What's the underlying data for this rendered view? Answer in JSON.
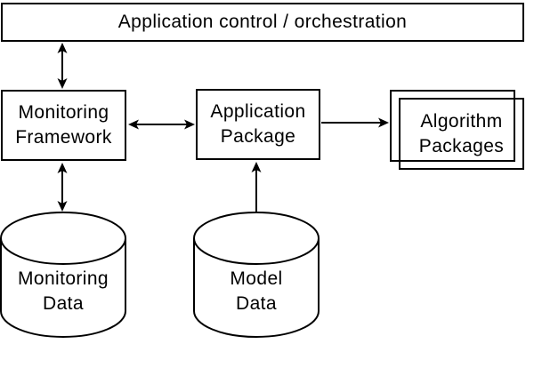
{
  "diagram": {
    "colors": {
      "background": "#ffffff",
      "stroke": "#000000",
      "text": "#000000"
    },
    "nodes": {
      "app_control": {
        "label": "Application control / orchestration",
        "shape": "rectangle"
      },
      "monitoring_framework": {
        "label": "Monitoring Framework",
        "shape": "rectangle"
      },
      "application_package": {
        "label": "Application Package",
        "shape": "rectangle"
      },
      "algorithm_packages": {
        "label": "Algorithm Packages",
        "shape": "stacked-rectangles"
      },
      "monitoring_data": {
        "label": "Monitoring\nData",
        "shape": "cylinder"
      },
      "model_data": {
        "label": "Model\nData",
        "shape": "cylinder"
      }
    },
    "edges": [
      {
        "from": "app_control",
        "to": "monitoring_framework",
        "direction": "bidirectional"
      },
      {
        "from": "monitoring_framework",
        "to": "application_package",
        "direction": "bidirectional"
      },
      {
        "from": "application_package",
        "to": "algorithm_packages",
        "direction": "forward"
      },
      {
        "from": "monitoring_framework",
        "to": "monitoring_data",
        "direction": "bidirectional"
      },
      {
        "from": "model_data",
        "to": "application_package",
        "direction": "forward"
      }
    ]
  }
}
